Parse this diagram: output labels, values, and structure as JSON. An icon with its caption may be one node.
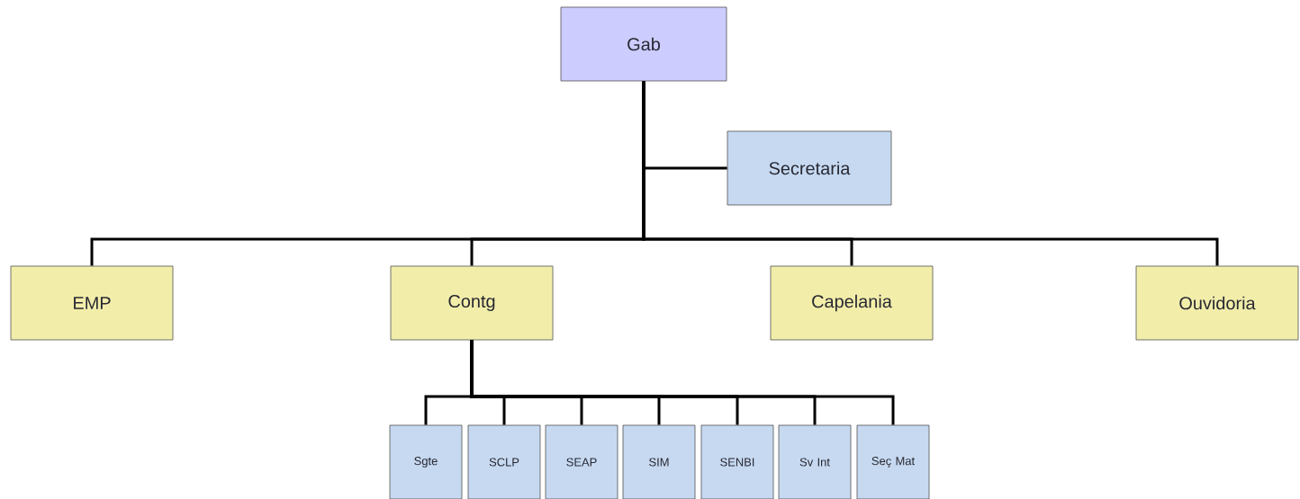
{
  "diagram": {
    "nodes": [
      {
        "text": [
          "Gab"
        ]
      },
      {
        "text": [
          "Secretaria"
        ]
      },
      {
        "text": [
          "EMP"
        ]
      },
      {
        "text": [
          "Contg"
        ]
      },
      {
        "text": [
          "Capelania"
        ]
      },
      {
        "text": [
          "Ouvidoria"
        ]
      },
      {
        "text": [
          "Sgte"
        ]
      },
      {
        "text": [
          "SCLP"
        ]
      },
      {
        "text": [
          "SEAP"
        ]
      },
      {
        "text": [
          "SIM"
        ]
      },
      {
        "text": [
          "SENBI"
        ]
      },
      {
        "text": [
          "Sv Int"
        ]
      },
      {
        "text": [
          "Seç Mat"
        ]
      }
    ],
    "edges": [
      {
        "from": 0,
        "to": 1,
        "arrow": "none"
      },
      {
        "from": 0,
        "to": 2,
        "arrow": "none"
      },
      {
        "from": 0,
        "to": 3,
        "arrow": "none"
      },
      {
        "from": 0,
        "to": 4,
        "arrow": "none"
      },
      {
        "from": 0,
        "to": 5,
        "arrow": "none"
      },
      {
        "from": 3,
        "to": 6,
        "arrow": "none"
      },
      {
        "from": 3,
        "to": 7,
        "arrow": "none"
      },
      {
        "from": 3,
        "to": 8,
        "arrow": "none"
      },
      {
        "from": 3,
        "to": 9,
        "arrow": "none"
      },
      {
        "from": 3,
        "to": 10,
        "arrow": "none"
      },
      {
        "from": 3,
        "to": 11,
        "arrow": "none"
      },
      {
        "from": 3,
        "to": 12,
        "arrow": "none"
      }
    ]
  }
}
